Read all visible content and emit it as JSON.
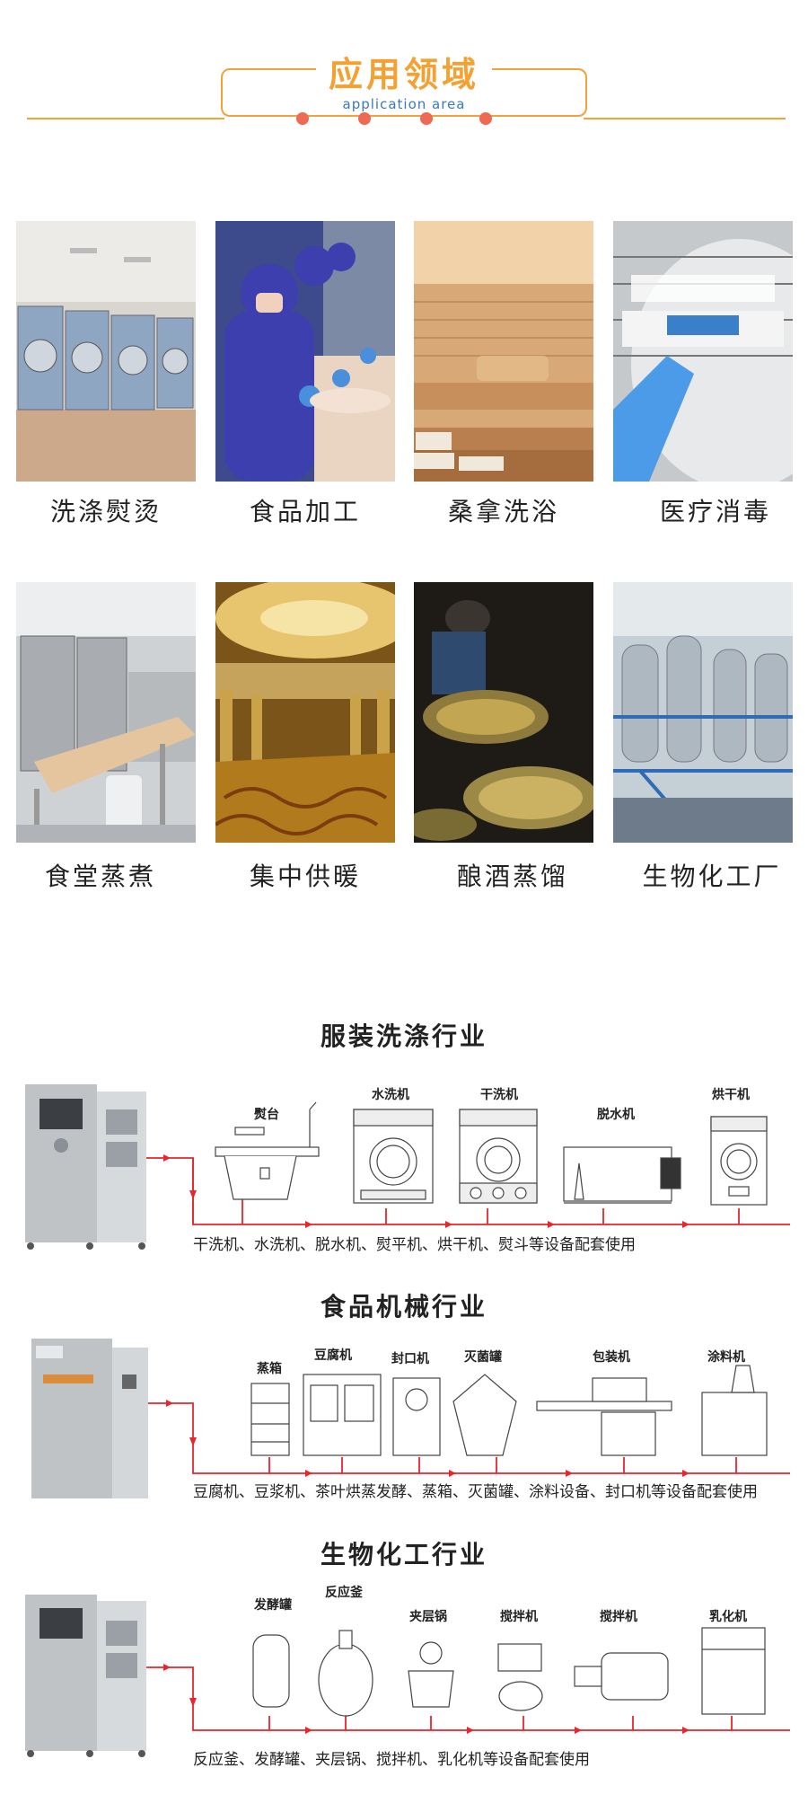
{
  "header": {
    "title": "应用领域",
    "subtitle": "application area"
  },
  "applications": [
    {
      "label": "洗涤熨烫",
      "icon": "laundry-photo"
    },
    {
      "label": "食品加工",
      "icon": "food-processing-photo"
    },
    {
      "label": "桑拿洗浴",
      "icon": "sauna-photo"
    },
    {
      "label": "医疗消毒",
      "icon": "medical-sterilization-photo"
    },
    {
      "label": "食堂蒸煮",
      "icon": "canteen-steaming-photo"
    },
    {
      "label": "集中供暖",
      "icon": "central-heating-photo"
    },
    {
      "label": "酿酒蒸馏",
      "icon": "brewing-distillation-photo"
    },
    {
      "label": "生物化工厂",
      "icon": "biochemical-plant-photo"
    }
  ],
  "industries": [
    {
      "title": "服装洗涤行业",
      "machines": [
        "熨台",
        "水洗机",
        "干洗机",
        "脱水机",
        "烘干机"
      ],
      "usage": "干洗机、水洗机、脱水机、熨平机、烘干机、熨斗等设备配套使用"
    },
    {
      "title": "食品机械行业",
      "machines": [
        "蒸箱",
        "豆腐机",
        "封口机",
        "灭菌罐",
        "包装机",
        "涂料机"
      ],
      "usage": "豆腐机、豆浆机、茶叶烘蒸发酵、蒸箱、灭菌罐、涂料设备、封口机等设备配套使用"
    },
    {
      "title": "生物化工行业",
      "machines": [
        "发酵罐",
        "反应釜",
        "夹层锅",
        "搅拌机",
        "搅拌机",
        "乳化机"
      ],
      "usage": "反应釜、发酵罐、夹层锅、搅拌机、乳化机等设备配套使用"
    }
  ],
  "colors": {
    "accent": "#f3a13b",
    "dot": "#ee6a52",
    "pipe": "#e8262b",
    "subtitle": "#3a78c0"
  }
}
